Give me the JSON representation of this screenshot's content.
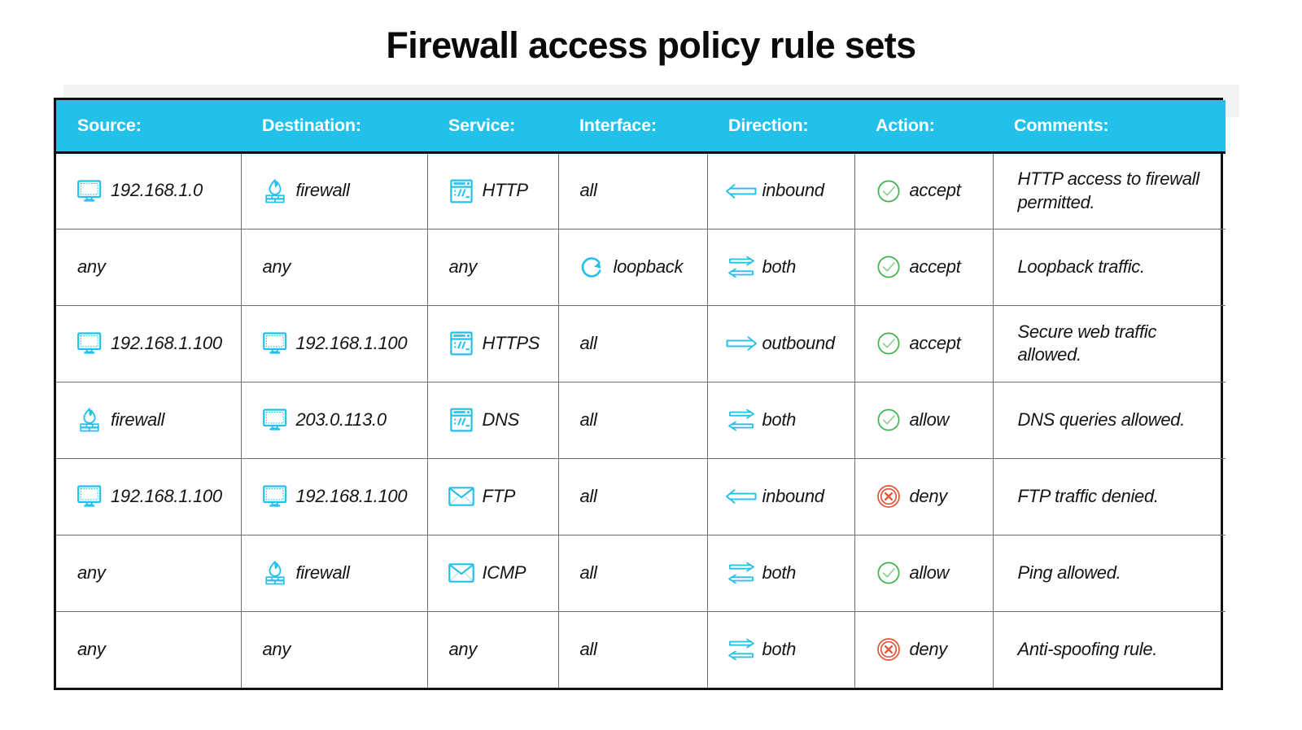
{
  "page": {
    "title": "Firewall access policy rule sets",
    "accent_color": "#23c0ea",
    "allow_color": "#3cb44a",
    "deny_color": "#e2533a",
    "border_color": "#111111"
  },
  "table": {
    "columns": [
      {
        "key": "source",
        "label": "Source:"
      },
      {
        "key": "destination",
        "label": "Destination:"
      },
      {
        "key": "service",
        "label": "Service:"
      },
      {
        "key": "interface",
        "label": "Interface:"
      },
      {
        "key": "direction",
        "label": "Direction:"
      },
      {
        "key": "action",
        "label": "Action:"
      },
      {
        "key": "comments",
        "label": "Comments:"
      }
    ],
    "rows": [
      {
        "source": {
          "icon": "monitor-icon",
          "text": "192.168.1.0"
        },
        "destination": {
          "icon": "firewall-icon",
          "text": "firewall"
        },
        "service": {
          "icon": "browser-icon",
          "text": "HTTP"
        },
        "interface": {
          "icon": "",
          "text": "all"
        },
        "direction": {
          "icon": "arrow-left-icon",
          "text": "inbound"
        },
        "action": {
          "icon": "check-circle-icon",
          "text": "accept"
        },
        "comments": {
          "icon": "",
          "text": "HTTP access to firewall permitted."
        }
      },
      {
        "source": {
          "icon": "",
          "text": "any"
        },
        "destination": {
          "icon": "",
          "text": "any"
        },
        "service": {
          "icon": "",
          "text": "any"
        },
        "interface": {
          "icon": "loopback-icon",
          "text": "loopback"
        },
        "direction": {
          "icon": "arrows-both-icon",
          "text": "both"
        },
        "action": {
          "icon": "check-circle-icon",
          "text": "accept"
        },
        "comments": {
          "icon": "",
          "text": "Loopback traffic."
        }
      },
      {
        "source": {
          "icon": "monitor-icon",
          "text": "192.168.1.100"
        },
        "destination": {
          "icon": "monitor-icon",
          "text": "192.168.1.100"
        },
        "service": {
          "icon": "browser-icon",
          "text": "HTTPS"
        },
        "interface": {
          "icon": "",
          "text": "all"
        },
        "direction": {
          "icon": "arrow-right-icon",
          "text": "outbound"
        },
        "action": {
          "icon": "check-circle-icon",
          "text": "accept"
        },
        "comments": {
          "icon": "",
          "text": "Secure web traffic allowed."
        }
      },
      {
        "source": {
          "icon": "firewall-icon",
          "text": "firewall"
        },
        "destination": {
          "icon": "monitor-icon",
          "text": "203.0.113.0"
        },
        "service": {
          "icon": "browser-icon",
          "text": "DNS"
        },
        "interface": {
          "icon": "",
          "text": "all"
        },
        "direction": {
          "icon": "arrows-both-icon",
          "text": "both"
        },
        "action": {
          "icon": "check-circle-icon",
          "text": "allow"
        },
        "comments": {
          "icon": "",
          "text": "DNS queries allowed."
        }
      },
      {
        "source": {
          "icon": "monitor-icon",
          "text": "192.168.1.100"
        },
        "destination": {
          "icon": "monitor-icon",
          "text": "192.168.1.100"
        },
        "service": {
          "icon": "envelope-icon",
          "text": "FTP"
        },
        "interface": {
          "icon": "",
          "text": "all"
        },
        "direction": {
          "icon": "arrow-left-icon",
          "text": "inbound"
        },
        "action": {
          "icon": "deny-circle-icon",
          "text": "deny"
        },
        "comments": {
          "icon": "",
          "text": "FTP traffic denied."
        }
      },
      {
        "source": {
          "icon": "",
          "text": "any"
        },
        "destination": {
          "icon": "firewall-icon",
          "text": "firewall"
        },
        "service": {
          "icon": "envelope-icon",
          "text": "ICMP"
        },
        "interface": {
          "icon": "",
          "text": "all"
        },
        "direction": {
          "icon": "arrows-both-icon",
          "text": "both"
        },
        "action": {
          "icon": "check-circle-icon",
          "text": "allow"
        },
        "comments": {
          "icon": "",
          "text": "Ping allowed."
        }
      },
      {
        "source": {
          "icon": "",
          "text": "any"
        },
        "destination": {
          "icon": "",
          "text": "any"
        },
        "service": {
          "icon": "",
          "text": "any"
        },
        "interface": {
          "icon": "",
          "text": "all"
        },
        "direction": {
          "icon": "arrows-both-icon",
          "text": "both"
        },
        "action": {
          "icon": "deny-circle-icon",
          "text": "deny"
        },
        "comments": {
          "icon": "",
          "text": "Anti-spoofing rule."
        }
      }
    ]
  }
}
